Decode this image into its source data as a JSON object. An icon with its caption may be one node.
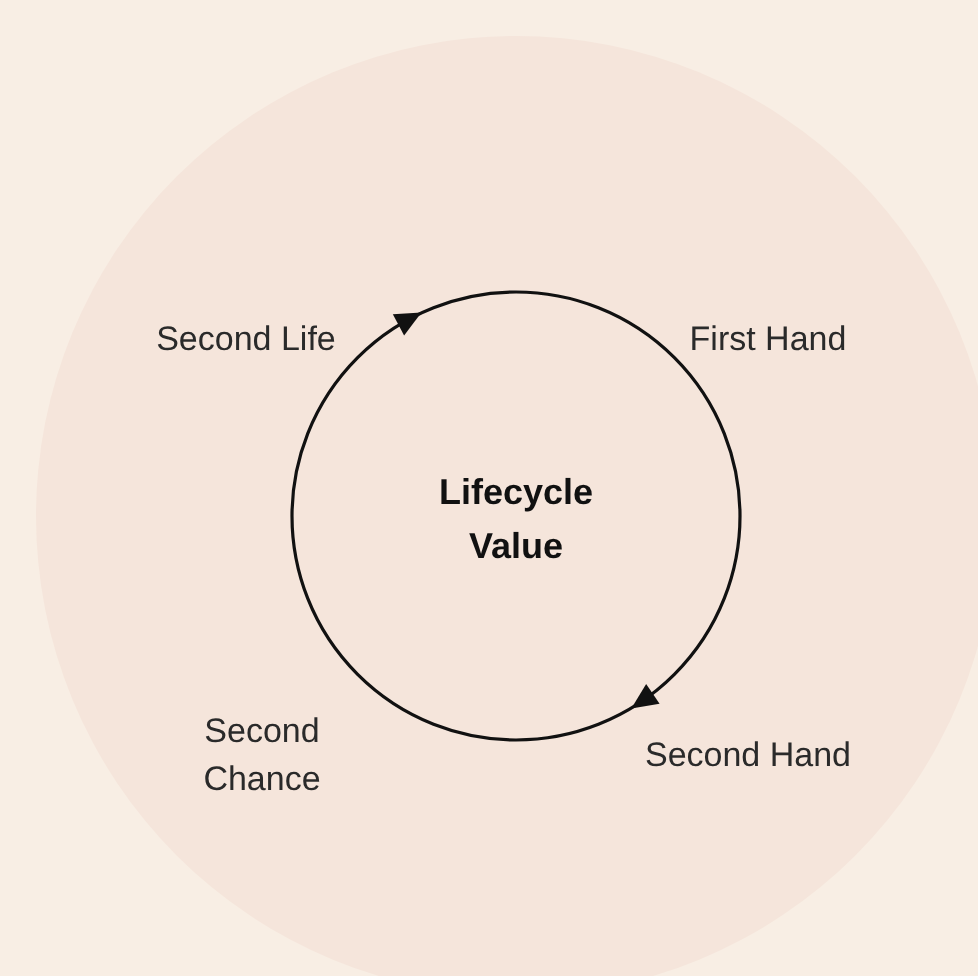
{
  "diagram": {
    "nodes": [
      {
        "text": [
          "Second Life",
          "First Hand",
          "Second Chance",
          "Second Hand"
        ]
      },
      {
        "text": [
          "Lifecycle Value"
        ],
        "in": 0
      }
    ]
  }
}
